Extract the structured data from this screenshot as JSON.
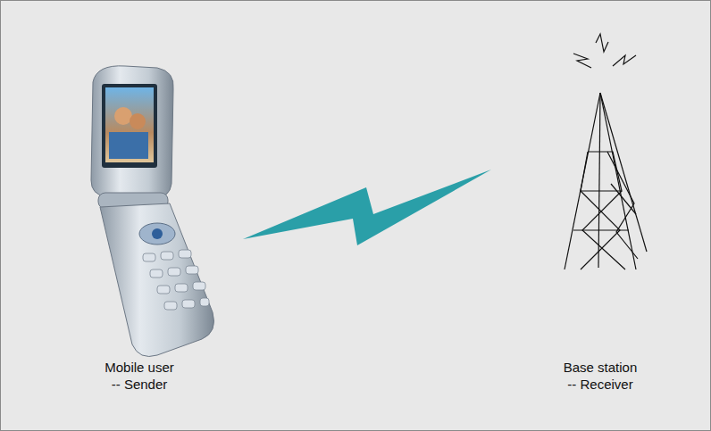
{
  "diagram": {
    "labels": [
      "Mobile user",
      "-- Sender",
      "Base station",
      "-- Receiver"
    ]
  }
}
